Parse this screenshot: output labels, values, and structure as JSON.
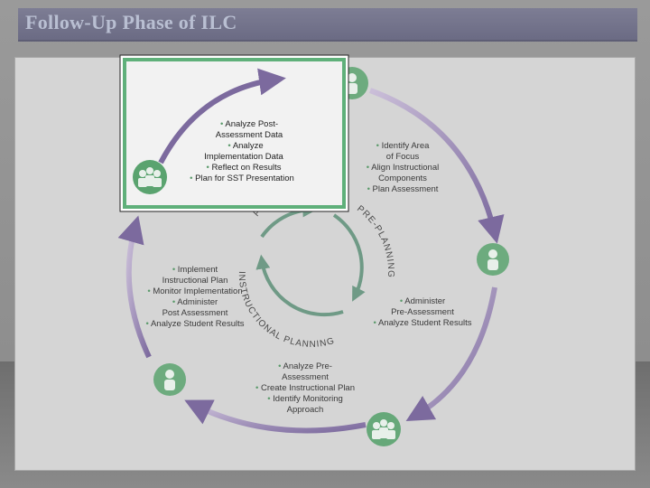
{
  "title": "Follow-Up Phase of ILC",
  "phases": {
    "follow_up": "FOLLOW-UP",
    "pre_planning": "PRE-PLANNING",
    "instructional_planning": "INSTRUCTIONAL PLANNING"
  },
  "steps": {
    "follow_up_box": [
      "Analyze Post-",
      "Assessment Data",
      "Analyze",
      "Implementation Data",
      "Reflect on Results",
      "Plan for SST Presentation"
    ],
    "pre_planning_1": [
      "Identify Area",
      "of Focus",
      "Align Instructional",
      "Components",
      "Plan Assessment"
    ],
    "pre_planning_2": [
      "Administer",
      "Pre-Assessment",
      "Analyze Student Results"
    ],
    "instructional_planning_1": [
      "Analyze Pre-",
      "Assessment",
      "Create Instructional Plan",
      "Identify Monitoring",
      "Approach"
    ],
    "implementation": [
      "Implement",
      "Instructional Plan",
      "Monitor Implementation",
      "Administer",
      "Post Assessment",
      "Analyze Student Results"
    ]
  },
  "icons": {
    "person": "person-icon",
    "group": "group-icon"
  },
  "colors": {
    "arrow_purple": "#7c6a9e",
    "green": "#5aa36f",
    "inner_green": "#6f9a86",
    "highlight_border": "#5fb07a"
  }
}
